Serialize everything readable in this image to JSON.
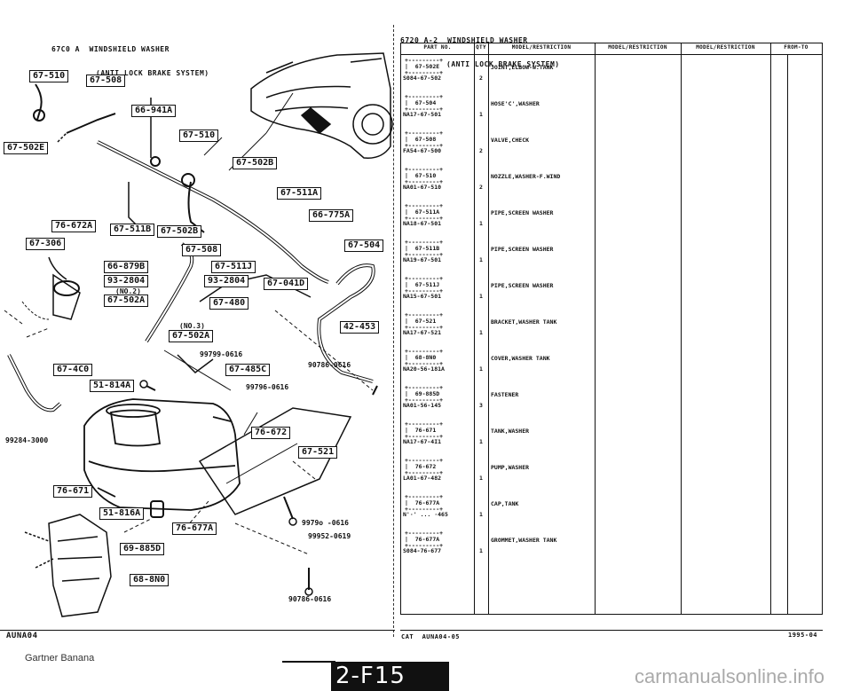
{
  "left_header": {
    "line1": "67C0 A  WINDSHIELD WASHER",
    "line2": "(ANTI LOCK BRAKE SYSTEM)"
  },
  "right_header": {
    "line1": "6720 A-2  WINDSHIELD WASHER",
    "line2": "(ANTI LOCK BRAKE SYSTEM)"
  },
  "diagram_labels": {
    "l1": "67-510",
    "l2": "67-508",
    "l3": "66-941A",
    "l4": "67-510",
    "l5": "67-502E",
    "l6": "67-502B",
    "l7": "67-511A",
    "l8": "66-775A",
    "l9": "76-672A",
    "l10": "67-511B",
    "l11": "67-502B",
    "l12": "67-306",
    "l13": "67-508",
    "l14": "67-504",
    "l15": "66-879B",
    "l16": "67-511J",
    "l17": "93-2804",
    "l18": "93-2804",
    "l19": "67-041D",
    "l20": "67-502A",
    "l21": "67-480",
    "l22": "67-502A",
    "l23": "42-453",
    "l24": "67-4C0",
    "l25": "67-485C",
    "l26": "51-814A",
    "l27": "76-672",
    "l28": "67-521",
    "l29": "76-671",
    "l30": "51-816A",
    "l31": "76-677A",
    "l32": "69-885D",
    "l33": "68-8N0"
  },
  "diagram_plain": {
    "p1": "(NO.2)",
    "p2": "(NO.3)",
    "p3": "99799-0616",
    "p4": "90786-0616",
    "p5": "99796-0616",
    "p6": "99284-3000",
    "p7": "9979o  -0616",
    "p8": "99952-0619",
    "p9": "90786-0616"
  },
  "table": {
    "headers": [
      "PART NO.",
      "QTY",
      "MODEL/RESTRICTION",
      "MODEL/RESTRICTION",
      "MODEL/RESTRICTION",
      "FROM-TO"
    ],
    "rows": [
      {
        "ref": "67-502E",
        "part": "S084-67-502",
        "qty": "2",
        "desc": "JOINT,ELBOW-W.TANK"
      },
      {
        "ref": "67-504",
        "part": "NA17-67-501",
        "qty": "1",
        "desc": "HOSE'C',WASHER"
      },
      {
        "ref": "67-508",
        "part": "FA54-67-500",
        "qty": "2",
        "desc": "VALVE,CHECK"
      },
      {
        "ref": "67-510",
        "part": "NA01-67-510",
        "qty": "2",
        "desc": "NOZZLE,WASHER-F.WIND"
      },
      {
        "ref": "67-511A",
        "part": "NA18-67-501",
        "qty": "1",
        "desc": "PIPE,SCREEN WASHER"
      },
      {
        "ref": "67-511B",
        "part": "NA19-67-501",
        "qty": "1",
        "desc": "PIPE,SCREEN WASHER"
      },
      {
        "ref": "67-511J",
        "part": "NA15-67-501",
        "qty": "1",
        "desc": "PIPE,SCREEN WASHER"
      },
      {
        "ref": "67-521",
        "part": "NA17-67-521",
        "qty": "1",
        "desc": "BRACKET,WASHER TANK"
      },
      {
        "ref": "68-8N0",
        "part": "NA20-56-181A",
        "qty": "1",
        "desc": "COVER,WASHER TANK"
      },
      {
        "ref": "69-885D",
        "part": "NA01-56-145",
        "qty": "3",
        "desc": "FASTENER"
      },
      {
        "ref": "76-671",
        "part": "NA17-67-4I1",
        "qty": "1",
        "desc": "TANK,WASHER"
      },
      {
        "ref": "76-672",
        "part": "LA01-67-482",
        "qty": "1",
        "desc": "PUMP,WASHER"
      },
      {
        "ref": "76-677A",
        "part": "N'·' ... ·465",
        "qty": "1",
        "desc": "CAP,TANK"
      },
      {
        "ref": "76-677A",
        "part": "S084-76-677",
        "qty": "1",
        "desc": "GROMMET,WASHER TANK"
      }
    ]
  },
  "footer": {
    "left_code": "AUNA04",
    "catalog": "CAT  AUNA04-05",
    "date": "1995-04",
    "watermark_left": "Gartner Banana",
    "page_no": "2-F15",
    "watermark_right": "carmanualsonline.info"
  }
}
